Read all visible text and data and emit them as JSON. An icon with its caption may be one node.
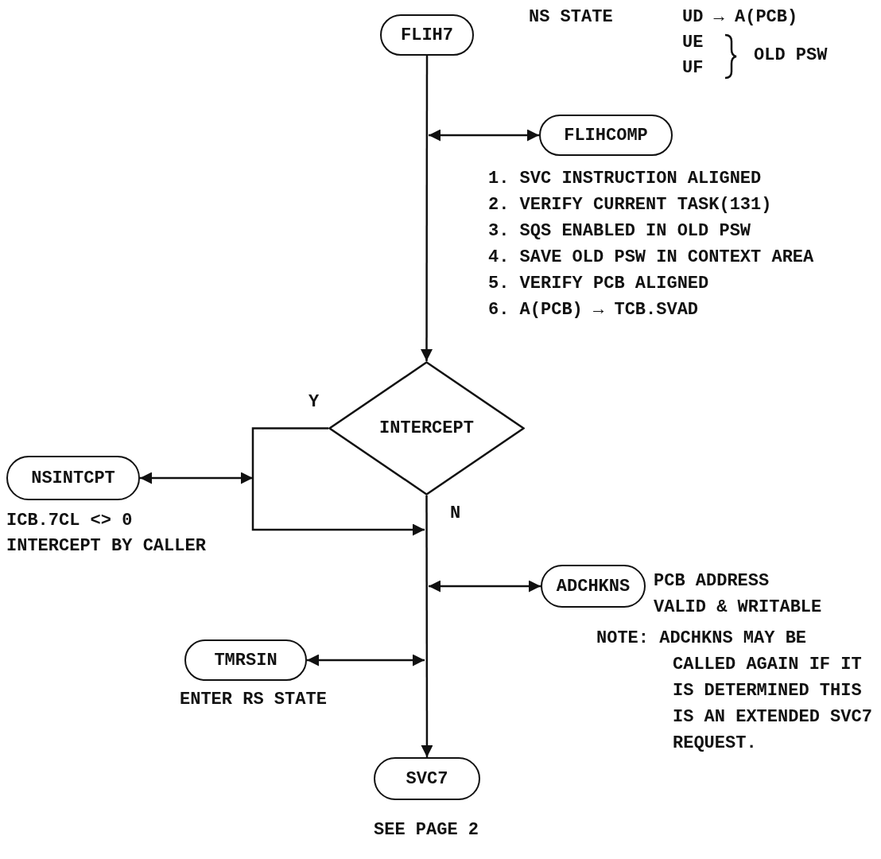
{
  "diagram": {
    "nodes": [
      {
        "text": [
          "FLIH7"
        ]
      },
      {
        "text": [
          "FLIHCOMP"
        ],
        "beside": [
          "1. SVC INSTRUCTION ALIGNED",
          "2. VERIFY CURRENT TASK(131)",
          "3. SQS ENABLED IN OLD PSW",
          "4. SAVE OLD PSW IN CONTEXT AREA",
          "5. VERIFY PCB ALIGNED",
          "6. A(PCB) → TCB.SVAD"
        ]
      },
      {
        "text": [
          "INTERCEPT"
        ]
      },
      {
        "text": [
          "NSINTCPT"
        ],
        "beside": [
          "ICB.7CL <> 0",
          "INTERCEPT BY CALLER"
        ]
      },
      {
        "text": [
          "ADCHKNS"
        ],
        "beside": [
          "PCB ADDRESS VALID & WRITABLE"
        ]
      },
      {
        "text": [
          "TMRSIN"
        ],
        "beside": [
          "ENTER RS STATE"
        ]
      },
      {
        "text": [
          "SVC7"
        ],
        "beside": [
          "SEE PAGE 2"
        ]
      }
    ],
    "edges": [
      {
        "from": 0,
        "to": 2,
        "arrow": "to"
      },
      {
        "from": null,
        "to": 1,
        "arrow": "both"
      },
      {
        "from": 2,
        "to": null,
        "arrow": "to",
        "label": "Y"
      },
      {
        "from": 3,
        "to": null,
        "arrow": "both"
      },
      {
        "from": 2,
        "to": 6,
        "arrow": "to",
        "label": "N"
      },
      {
        "from": null,
        "to": 4,
        "arrow": "both"
      },
      {
        "from": 5,
        "to": null,
        "arrow": "both"
      }
    ],
    "labels": [
      "NS STATE",
      "UD → A(PCB)",
      "UE",
      "UF",
      "OLD PSW",
      "NOTE: ADCHKNS MAY BE CALLED AGAIN IF IT IS DETERMINED THIS IS AN EXTENDED SVC7 REQUEST."
    ]
  }
}
